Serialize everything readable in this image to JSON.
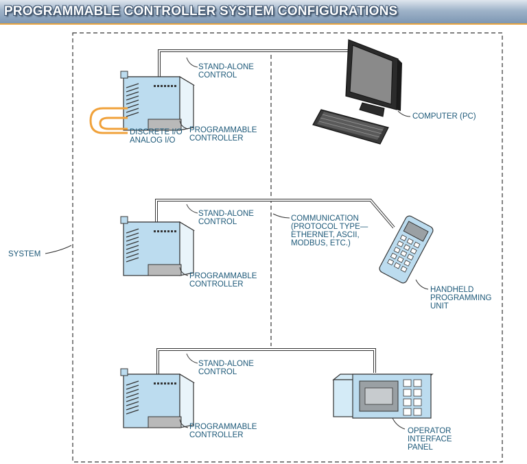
{
  "title": "PROGRAMMABLE CONTROLLER SYSTEM CONFIGURATIONS",
  "system_label": "SYSTEM",
  "config_top": {
    "standalone": [
      "STAND-ALONE",
      "CONTROL"
    ],
    "plc": [
      "PROGRAMMABLE",
      "CONTROLLER"
    ],
    "io": [
      "DISCRETE I/O",
      "ANALOG I/O"
    ],
    "device": [
      "COMPUTER (PC)"
    ]
  },
  "config_middle": {
    "standalone": [
      "STAND-ALONE",
      "CONTROL"
    ],
    "plc": [
      "PROGRAMMABLE",
      "CONTROLLER"
    ],
    "communication": [
      "COMMUNICATION",
      "(PROTOCOL TYPE—",
      "ETHERNET, ASCII,",
      "MODBUS, ETC.)"
    ],
    "device": [
      "HANDHELD",
      "PROGRAMMING",
      "UNIT"
    ]
  },
  "config_bottom": {
    "standalone": [
      "STAND-ALONE",
      "CONTROL"
    ],
    "plc": [
      "PROGRAMMABLE",
      "CONTROLLER"
    ],
    "device": [
      "OPERATOR",
      "INTERFACE",
      "PANEL"
    ]
  },
  "colors": {
    "label_text": "#1c5878",
    "io_arrow": "#f0a13a",
    "device_fill": "#bcdcef",
    "outline": "#333333",
    "title_accent": "#e8a33d"
  }
}
